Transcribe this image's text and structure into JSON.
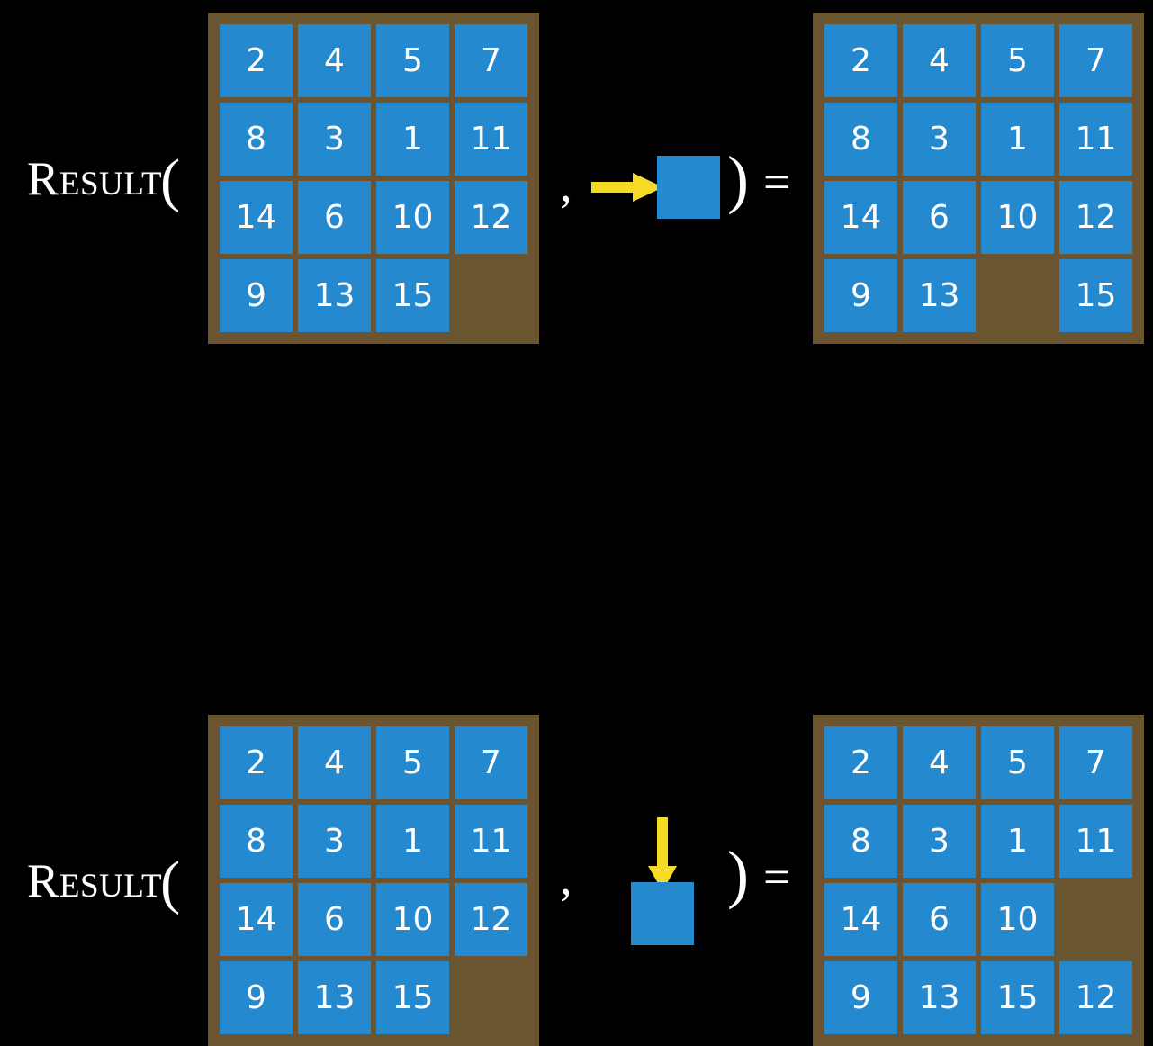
{
  "page": {
    "background_color": "#000000",
    "tile_color": "#2489ce",
    "frame_color": "#6b5530",
    "arrow_color": "#f5da27",
    "text_color": "#ffffff"
  },
  "equations": [
    {
      "id": "equation-right-move",
      "label_text": "Result",
      "label_open_paren": "(",
      "comma": ",",
      "close_paren": ")",
      "equals": "=",
      "move": {
        "direction": "right",
        "arrow_icon": "arrow-right-icon",
        "square_label": ""
      },
      "input_grid": {
        "rows": 4,
        "cols": 4,
        "cells": [
          [
            "2",
            "4",
            "5",
            "7"
          ],
          [
            "8",
            "3",
            "1",
            "11"
          ],
          [
            "14",
            "6",
            "10",
            "12"
          ],
          [
            "9",
            "13",
            "15",
            ""
          ]
        ]
      },
      "output_grid": {
        "rows": 4,
        "cols": 4,
        "cells": [
          [
            "2",
            "4",
            "5",
            "7"
          ],
          [
            "8",
            "3",
            "1",
            "11"
          ],
          [
            "14",
            "6",
            "10",
            "12"
          ],
          [
            "9",
            "13",
            "",
            "15"
          ]
        ]
      }
    },
    {
      "id": "equation-down-move",
      "label_text": "Result",
      "label_open_paren": "(",
      "comma": ",",
      "close_paren": ")",
      "equals": "=",
      "move": {
        "direction": "down",
        "arrow_icon": "arrow-down-icon",
        "square_label": ""
      },
      "input_grid": {
        "rows": 4,
        "cols": 4,
        "cells": [
          [
            "2",
            "4",
            "5",
            "7"
          ],
          [
            "8",
            "3",
            "1",
            "11"
          ],
          [
            "14",
            "6",
            "10",
            "12"
          ],
          [
            "9",
            "13",
            "15",
            ""
          ]
        ]
      },
      "output_grid": {
        "rows": 4,
        "cols": 4,
        "cells": [
          [
            "2",
            "4",
            "5",
            "7"
          ],
          [
            "8",
            "3",
            "1",
            "11"
          ],
          [
            "14",
            "6",
            "10",
            ""
          ],
          [
            "9",
            "13",
            "15",
            "12"
          ]
        ]
      }
    }
  ]
}
